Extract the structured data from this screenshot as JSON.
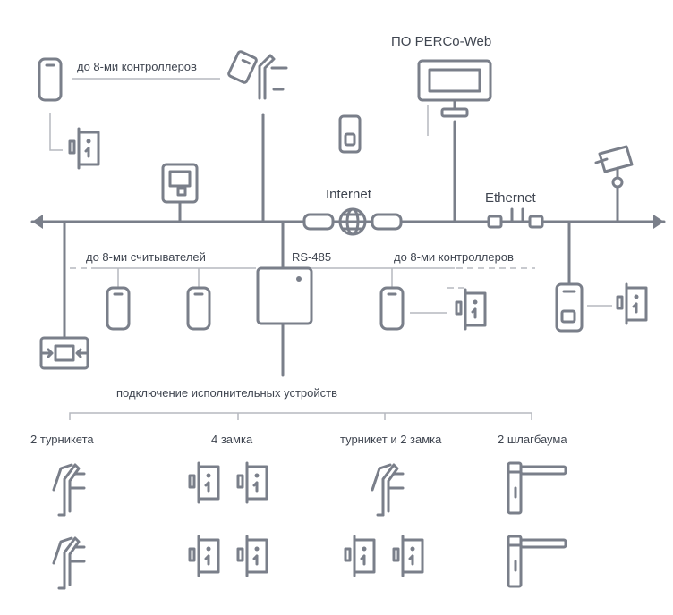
{
  "labels": {
    "software": "ПО PERCo-Web",
    "controllers_top": "до 8-ми контроллеров",
    "internet": "Internet",
    "ethernet": "Ethernet",
    "readers": "до 8-ми считывателей",
    "rs485": "RS-485",
    "controllers_mid": "до 8-ми контроллеров",
    "actuators": "подключение исполнительных устройств",
    "group1": "2 турникета",
    "group2": "4 замка",
    "group3": "турникет и 2 замка",
    "group4": "2 шлагбаума"
  },
  "icons": {
    "reader": "card-reader-icon",
    "door": "door-lock-icon",
    "turnstile": "turnstile-icon",
    "barrier": "barrier-icon",
    "camera": "camera-icon",
    "monitor": "monitor-icon",
    "controller": "controller-icon",
    "globe": "globe-icon"
  },
  "colors": {
    "line": "#7a7f8a",
    "thin_line": "#b6b9bf",
    "text": "#3f4550"
  }
}
